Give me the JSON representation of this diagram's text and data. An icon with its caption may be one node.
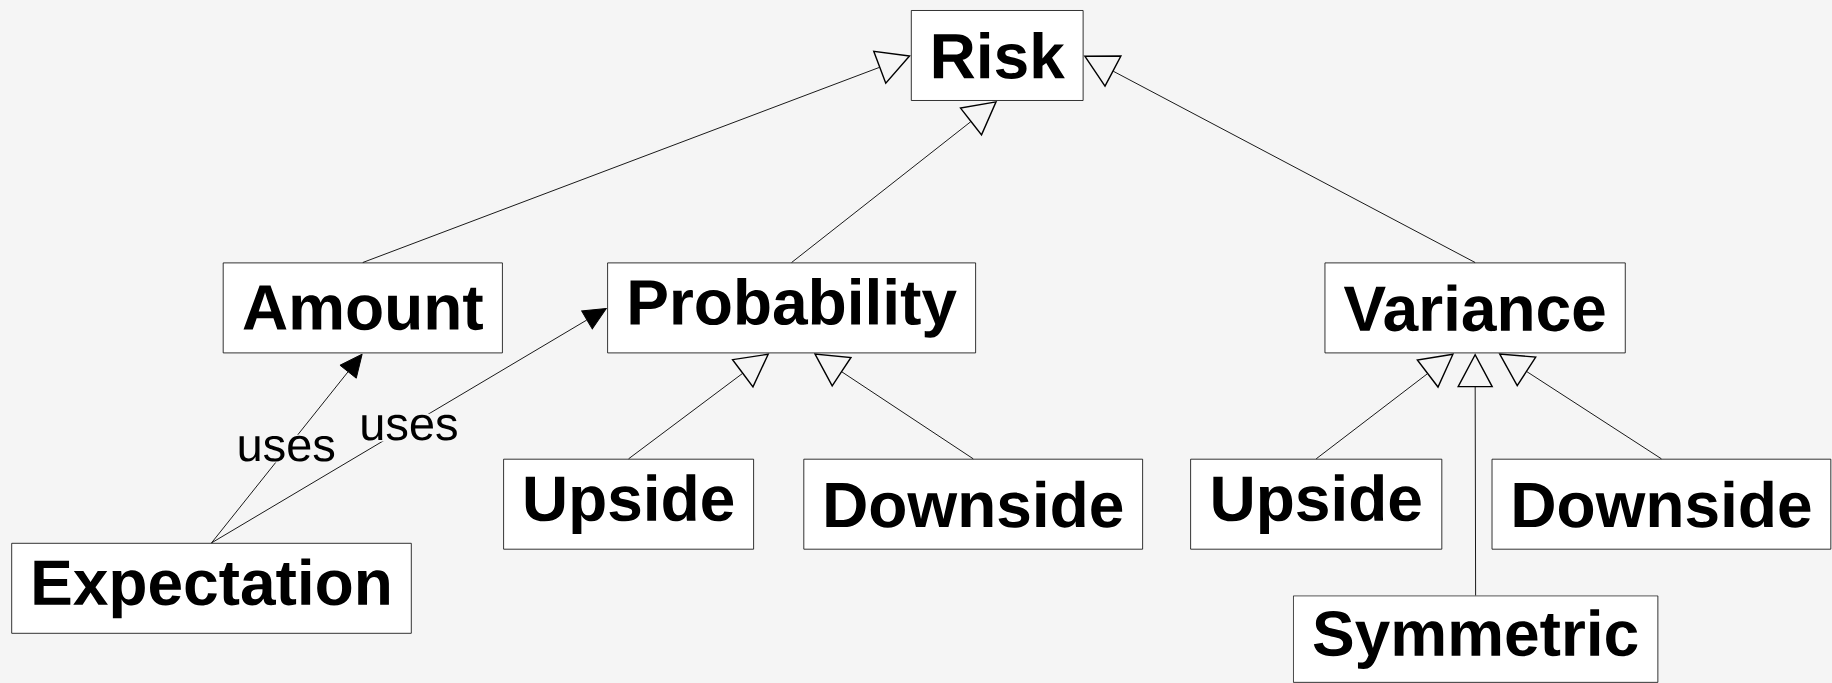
{
  "diagram": {
    "nodes": [
      {
        "text": [
          "Risk"
        ]
      },
      {
        "text": [
          "Amount"
        ]
      },
      {
        "text": [
          "Probability"
        ]
      },
      {
        "text": [
          "Variance"
        ]
      },
      {
        "text": [
          "Upside"
        ]
      },
      {
        "text": [
          "Downside"
        ]
      },
      {
        "text": [
          "Upside"
        ]
      },
      {
        "text": [
          "Downside"
        ]
      },
      {
        "text": [
          "Expectation"
        ]
      },
      {
        "text": [
          "Symmetric"
        ]
      }
    ],
    "edges": [
      {
        "from": 1,
        "to": 0,
        "arrow": "to"
      },
      {
        "from": 2,
        "to": 0,
        "arrow": "to"
      },
      {
        "from": 3,
        "to": 0,
        "arrow": "to"
      },
      {
        "from": 4,
        "to": 2,
        "arrow": "to"
      },
      {
        "from": 5,
        "to": 2,
        "arrow": "to"
      },
      {
        "from": 6,
        "to": 3,
        "arrow": "to"
      },
      {
        "from": 7,
        "to": 3,
        "arrow": "to"
      },
      {
        "from": 9,
        "to": 3,
        "arrow": "to"
      },
      {
        "from": 8,
        "to": 1,
        "arrow": "to",
        "label": "uses"
      },
      {
        "from": 8,
        "to": 2,
        "arrow": "to",
        "label": "uses"
      }
    ]
  }
}
